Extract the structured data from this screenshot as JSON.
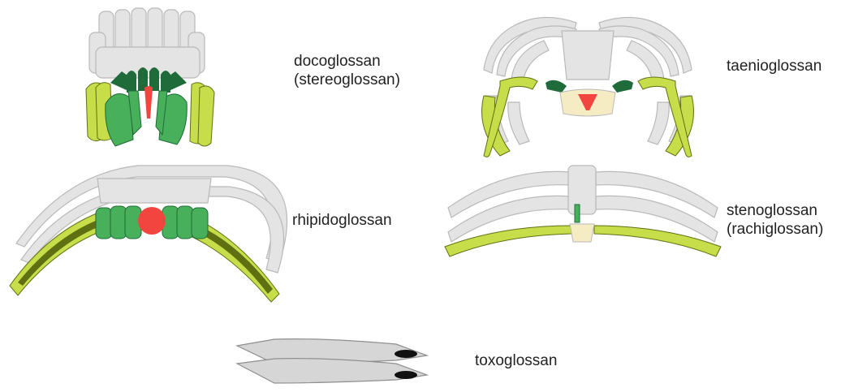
{
  "labels": {
    "docoglossan": [
      "docoglossan",
      "(stereoglossan)"
    ],
    "taenioglossan": [
      "taenioglossan"
    ],
    "rhipidoglossan": [
      "rhipidoglossan"
    ],
    "stenoglossan": [
      "stenoglossan",
      "(rachiglossan)"
    ],
    "toxoglossan": [
      "toxoglossan"
    ]
  },
  "colors": {
    "ghost_fill": "#e4e4e4",
    "ghost_stroke": "#b9b9b9",
    "mid_grey": "#cfcfcf",
    "marginal_green": "#c8dd4a",
    "marginal_dark": "#5e7012",
    "lateral_green": "#48b05a",
    "lateral_dark": "#1f6b3a",
    "rachidian_red": "#f2453f",
    "rachidian_base": "#f6ecc4",
    "toxo_fill": "#d6d6d6",
    "toxo_tip": "#111111"
  }
}
